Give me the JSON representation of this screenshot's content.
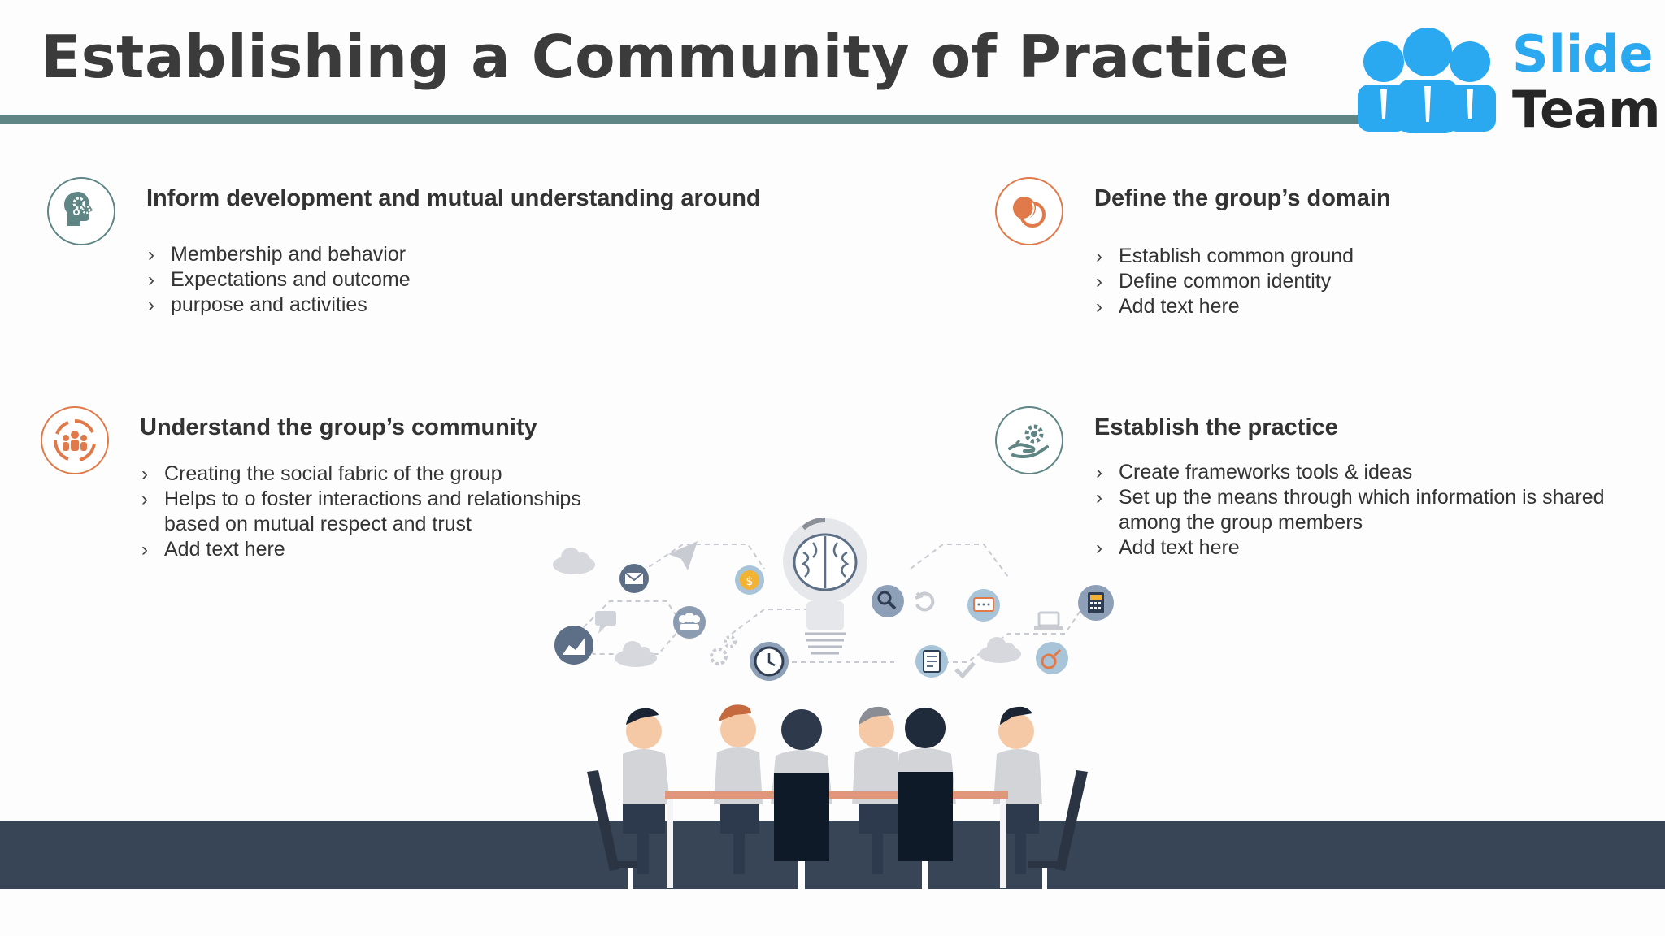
{
  "title": "Establishing a Community of Practice",
  "logo": {
    "word1": "Slide",
    "word2": "Team"
  },
  "colors": {
    "accent_teal": "#5f8585",
    "accent_orange": "#e07a4a",
    "logo_blue": "#2aa8f0",
    "floor": "#384557"
  },
  "sections": {
    "inform": {
      "icon": "head-gears-icon",
      "heading": "Inform development and mutual understanding around",
      "bullets": [
        "Membership and behavior",
        "Expectations and outcome",
        "purpose and activities"
      ]
    },
    "domain": {
      "icon": "overlapping-circles-icon",
      "heading": "Define the group’s domain",
      "bullets": [
        "Establish common ground",
        "Define common identity",
        "Add text here"
      ]
    },
    "community": {
      "icon": "people-cycle-icon",
      "heading": "Understand the group’s community",
      "bullets": [
        "Creating the social fabric of the group",
        "Helps to o foster interactions and relationships based on mutual respect and trust",
        "Add text here"
      ]
    },
    "practice": {
      "icon": "hand-gear-icon",
      "heading": "Establish the practice",
      "bullets": [
        "Create frameworks tools & ideas",
        "Set up the means through which information is shared among the group members",
        "Add text here"
      ]
    }
  }
}
